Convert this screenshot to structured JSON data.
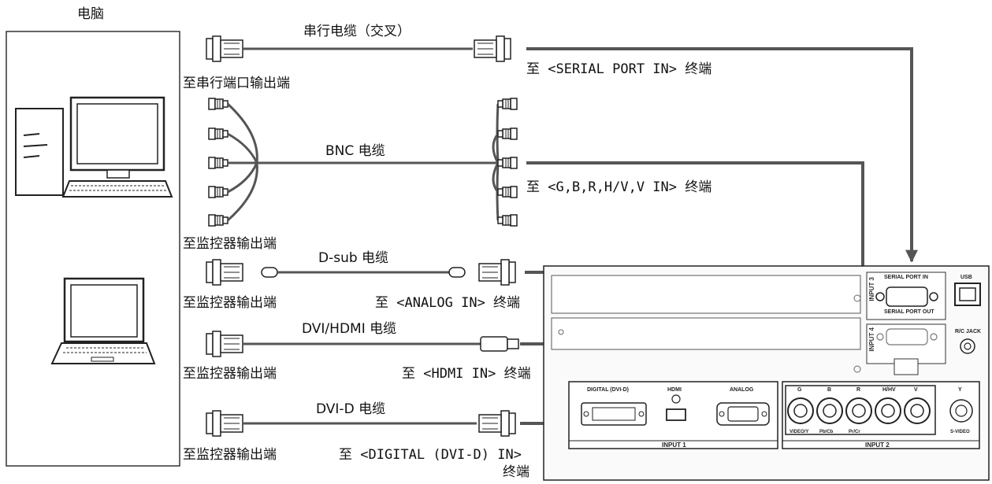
{
  "computer": {
    "label": "电脑"
  },
  "cables": {
    "serial": {
      "cable_label": "串行电缆（交叉）",
      "source_label": "至串行端口输出端",
      "dest_label": "至 <SERIAL PORT IN> 终端"
    },
    "bnc": {
      "cable_label": "BNC 电缆",
      "source_label": "至监控器输出端",
      "dest_label": "至 <G,B,R,H/V,V IN> 终端"
    },
    "dsub": {
      "cable_label": "D-sub 电缆",
      "source_label": "至监控器输出端",
      "dest_label": "至 <ANALOG IN> 终端"
    },
    "dvi_hdmi": {
      "cable_label": "DVI/HDMI 电缆",
      "source_label": "至监控器输出端",
      "dest_label": "至 <HDMI IN> 终端"
    },
    "dvi_d": {
      "cable_label": "DVI-D 电缆",
      "source_label": "至监控器输出端",
      "dest_label_line1": "至 <DIGITAL (DVI-D) IN>",
      "dest_label_line2": "终端"
    }
  },
  "panel": {
    "serial_port_in": "SERIAL PORT IN",
    "serial_port_out": "SERIAL PORT OUT",
    "usb": "USB",
    "rc_jack": "R/C JACK",
    "input3": "INPUT 3",
    "input4": "INPUT 4",
    "digital_dvi": "DIGITAL (DVI-D)",
    "hdmi": "HDMI",
    "analog": "ANALOG",
    "input1": "INPUT 1",
    "input2": "INPUT 2",
    "bnc_labels": [
      "G",
      "B",
      "R",
      "H/HV",
      "V",
      "Y"
    ],
    "bnc_sub_labels": [
      "VIDEO/Y",
      "Pb/Cb",
      "Pr/Cr",
      "",
      "",
      "S-VIDEO"
    ]
  },
  "colors": {
    "line": "#555555",
    "stroke": "#222222",
    "panel_fill": "#f7f7f7"
  }
}
